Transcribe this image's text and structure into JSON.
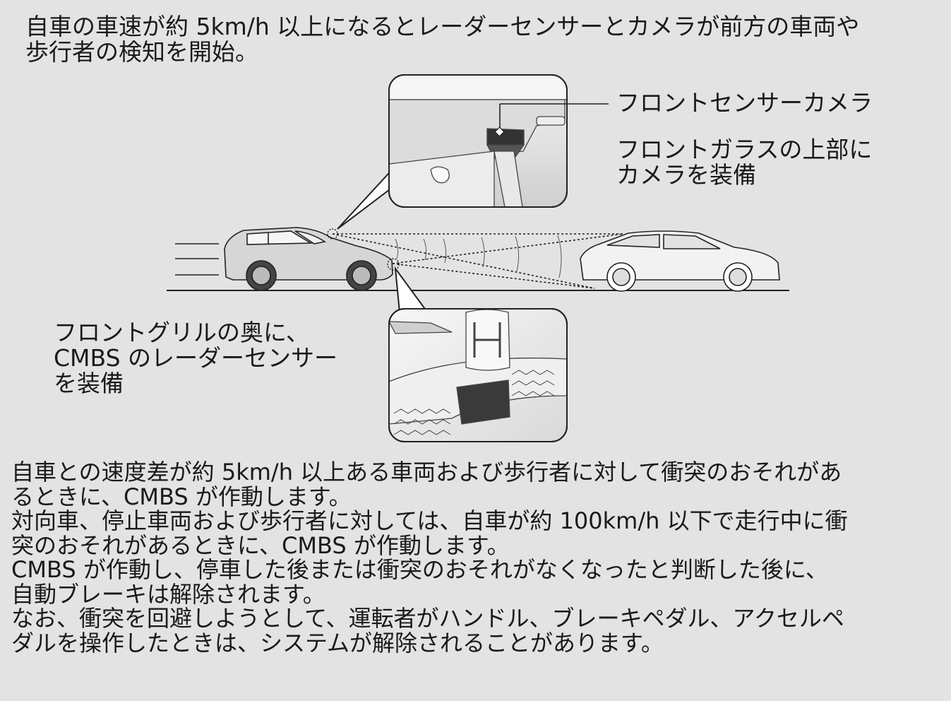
{
  "intro": {
    "lines": [
      "自車の車速が約 5km/h 以上になるとレーダーセンサーとカメラが前方の車両や",
      "歩行者の検知を開始。"
    ]
  },
  "callouts": {
    "camera_title": "フロントセンサーカメラ",
    "camera_desc": [
      "フロントガラスの上部に",
      "カメラを装備"
    ],
    "radar_desc": [
      "フロントグリルの奥に、",
      "CMBS のレーダーセンサー",
      "を装備"
    ]
  },
  "body": {
    "lines": [
      "自車との速度差が約 5km/h 以上ある車両および歩行者に対して衝突のおそれがあ",
      "るときに、CMBS が作動します。",
      "対向車、停止車両および歩行者に対しては、自車が約 100km/h 以下で走行中に衝",
      "突のおそれがあるときに、CMBS が作動します。",
      "CMBS が作動し、停車した後または衝突のおそれがなくなったと判断した後に、",
      "自動ブレーキは解除されます。",
      "なお、衝突を回避しようとして、運転者がハンドル、ブレーキペダル、アクセルペ",
      "ダルを操作したときは、システムが解除されることがあります。"
    ]
  },
  "colors": {
    "background": "#e3e3e3",
    "text": "#1a1a1a"
  }
}
